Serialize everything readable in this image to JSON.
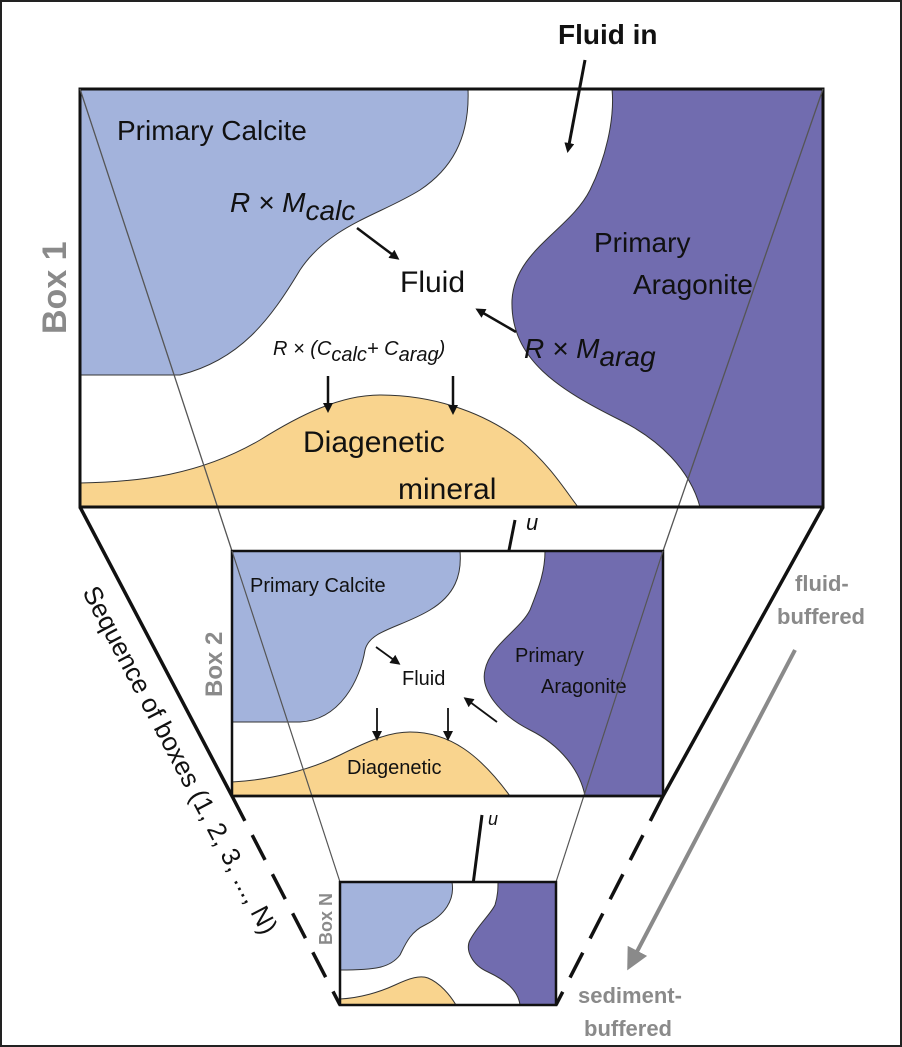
{
  "fluid_in": "Fluid in",
  "box1": {
    "label": "Box 1",
    "primary_calcite": "Primary Calcite",
    "fluid": "Fluid",
    "primary_aragonite_1": "Primary",
    "primary_aragonite_2": "Aragonite",
    "diagenetic_1": "Diagenetic",
    "diagenetic_2": "mineral",
    "flux_calc_R": "R × M",
    "flux_calc_sub": "calc",
    "flux_arag_R": "R × M",
    "flux_arag_sub": "arag",
    "flux_diag_pre": "R × (C",
    "flux_diag_sub1": "calc",
    "flux_diag_mid": "+ C",
    "flux_diag_sub2": "arag",
    "flux_diag_post": ")"
  },
  "box2": {
    "label": "Box 2",
    "primary_calcite": "Primary Calcite",
    "fluid": "Fluid",
    "primary_aragonite_1": "Primary",
    "primary_aragonite_2": "Aragonite",
    "diagenetic": "Diagenetic",
    "u_label": "u"
  },
  "boxN": {
    "label": "Box N",
    "u_label": "u"
  },
  "sequence_label": "Sequence of boxes (1, 2, 3, ..., N)",
  "fluid_buffered_1": "fluid-",
  "fluid_buffered_2": "buffered",
  "sediment_buffered_1": "sediment-",
  "sediment_buffered_2": "buffered",
  "colors": {
    "primary_calcite": "#a3b3dc",
    "primary_aragonite": "#716caf",
    "diagenetic_mineral": "#f9d48e",
    "axis_gray": "#8a8a8a"
  }
}
